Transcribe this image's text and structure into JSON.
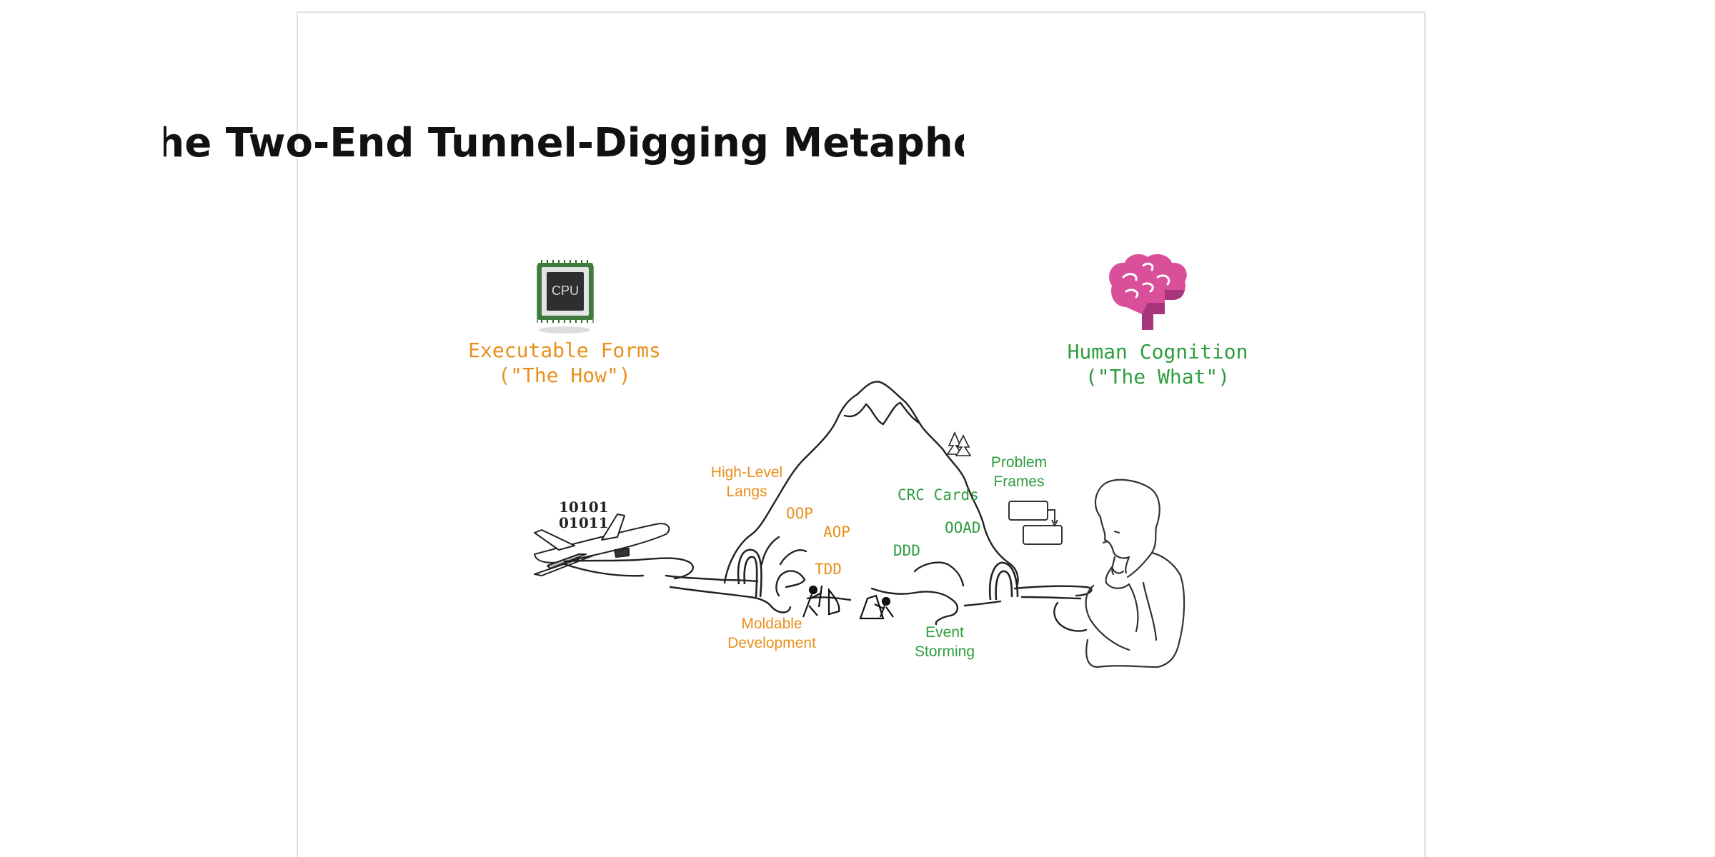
{
  "title": "The Two-End Tunnel-Digging Metaphor",
  "left_end": {
    "chip_label": "CPU",
    "caption_line1": "Executable Forms",
    "caption_line2": "(\"The How\")",
    "binary_line1": "10101",
    "binary_line2": "01011"
  },
  "right_end": {
    "caption_line1": "Human Cognition",
    "caption_line2": "(\"The What\")"
  },
  "orange_labels": {
    "high_level_1": "High-Level",
    "high_level_2": "Langs",
    "oop": "OOP",
    "aop": "AOP",
    "tdd": "TDD",
    "moldable_1": "Moldable",
    "moldable_2": "Development"
  },
  "green_labels": {
    "problem_1": "Problem",
    "problem_2": "Frames",
    "crc": "CRC Cards",
    "ooad": "OOAD",
    "ddd": "DDD",
    "event_1": "Event",
    "event_2": "Storming"
  },
  "colors": {
    "orange": "#e8901c",
    "green": "#2f9d3e",
    "brain": "#d94f9a",
    "chip": "#333333"
  }
}
